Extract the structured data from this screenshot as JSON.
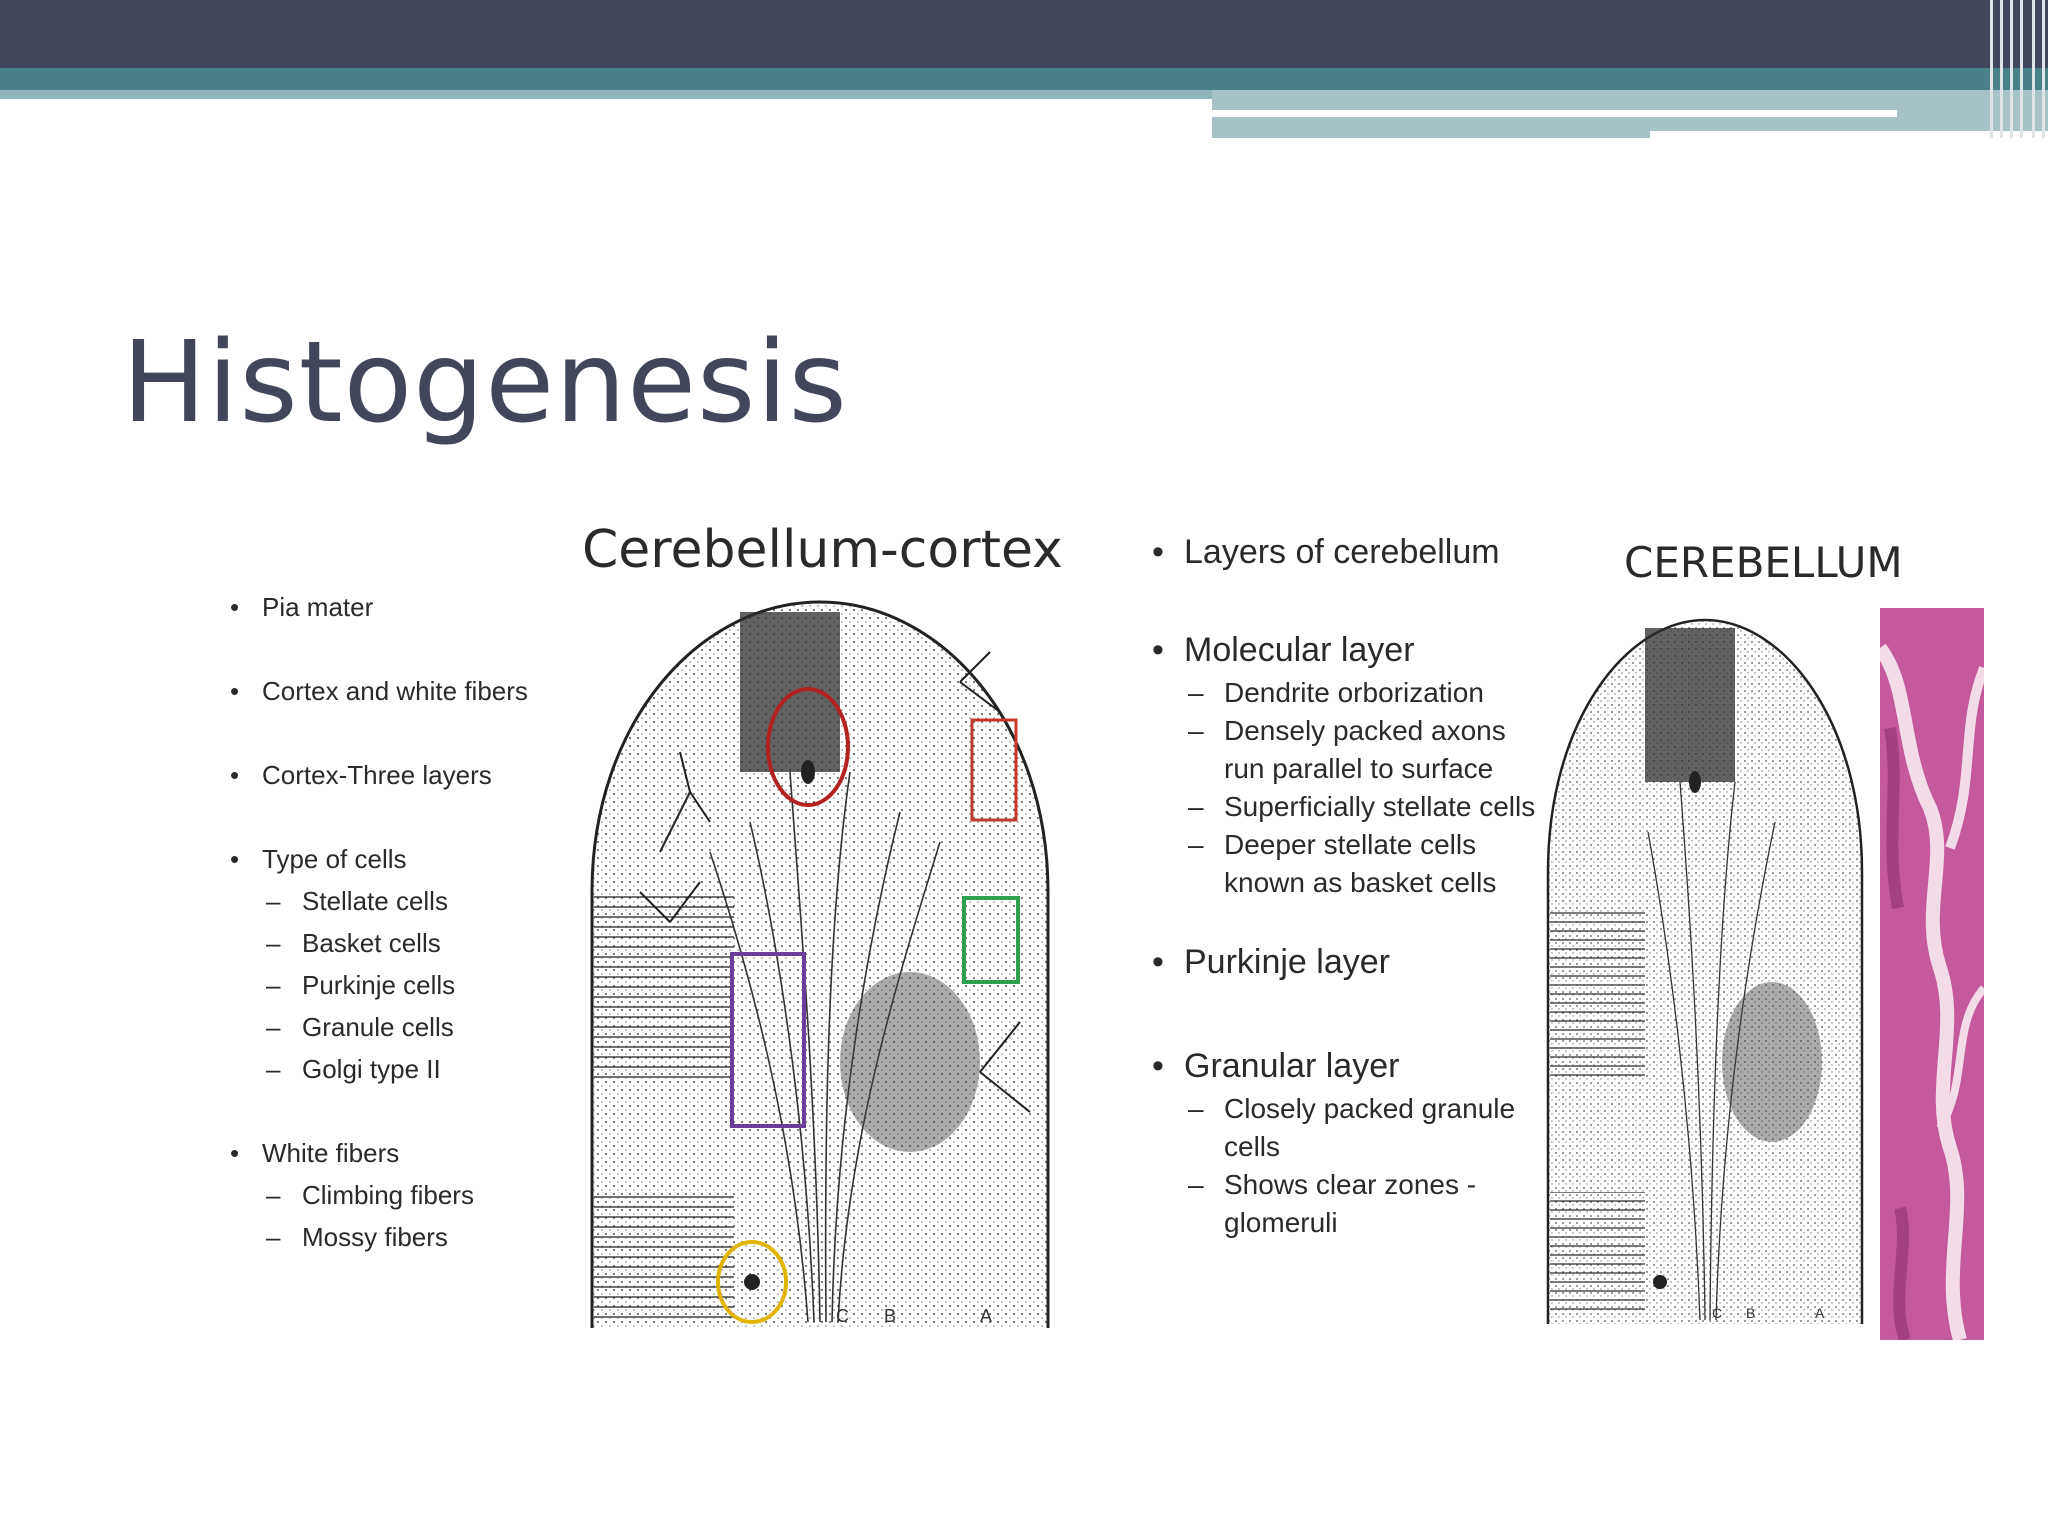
{
  "slide": {
    "title": "Histogenesis"
  },
  "figures": {
    "left_caption": "Cerebellum-cortex",
    "right_caption": "CEREBELLUM",
    "left_markers": [
      "C",
      "B",
      "A"
    ],
    "right_markers": [
      "C",
      "B",
      "A"
    ],
    "highlight_colors": {
      "purkinje": "#b22222",
      "stellate": "#c0392b",
      "basket": "#2e9e4f",
      "granule": "#6a3d9a",
      "golgi": "#e0b400"
    }
  },
  "left_list": [
    {
      "label": "Pia mater",
      "children": []
    },
    {
      "label": "Cortex and white fibers",
      "children": []
    },
    {
      "label": "Cortex-Three layers",
      "children": []
    },
    {
      "label": "Type of cells",
      "children": [
        "Stellate cells",
        "Basket cells",
        "Purkinje cells",
        "Granule cells",
        "Golgi type II"
      ]
    },
    {
      "label": "White fibers",
      "children": [
        "Climbing fibers",
        "Mossy fibers"
      ]
    }
  ],
  "right_list": [
    {
      "label": "Layers of cerebellum",
      "children": []
    },
    {
      "label": "Molecular layer",
      "children": [
        "Dendrite orborization",
        "Densely packed axons run parallel to surface",
        "Superficially stellate cells",
        "Deeper stellate cells known as basket cells"
      ]
    },
    {
      "label": "Purkinje layer",
      "children": []
    },
    {
      "label": "Granular layer",
      "children": [
        "Closely packed granule cells",
        "Shows clear zones - glomeruli"
      ]
    }
  ],
  "theme": {
    "header_dark": "#42465a",
    "header_teal": "#4a8189",
    "header_light": "#a6c2c6",
    "histology_pink": "#c45a9c"
  }
}
